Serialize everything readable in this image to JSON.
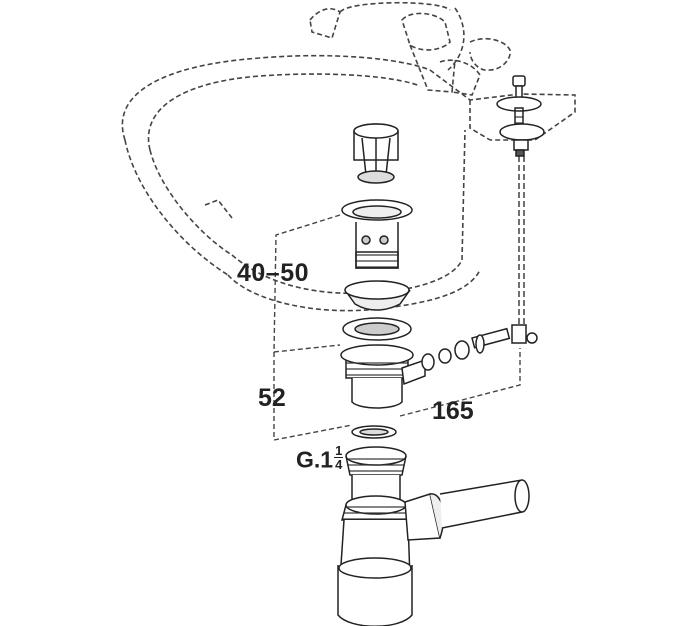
{
  "dimensions": {
    "pop_up_range": "40–50",
    "body_height": "52",
    "lever_distance": "165",
    "thread_prefix": "G.1",
    "thread_numerator": "1",
    "thread_denominator": "4"
  }
}
